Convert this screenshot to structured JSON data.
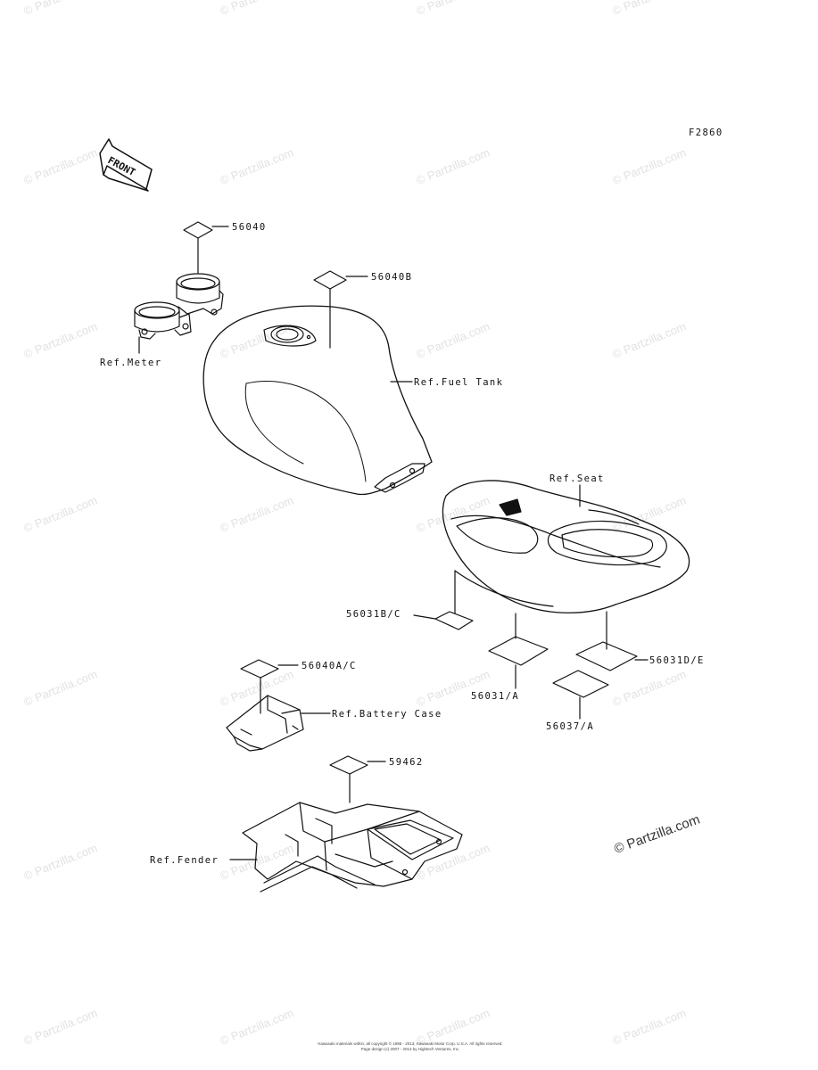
{
  "figure_code": "F2860",
  "front_label": "FRONT",
  "watermark_text": "© Partzilla.com",
  "brand_mark": "© Partzilla.com",
  "copyright_line1": "Kawasaki materials within, all copyright © 1996 - 2013, Kawasaki Motor Corp. U.S.A. All rights reserved.",
  "copyright_line2": "Page design (c) 2007 - 2013 by Hightech Ventures, Inc.",
  "parts": [
    {
      "id": "56040",
      "label": "56040"
    },
    {
      "id": "56040B",
      "label": "56040B"
    },
    {
      "id": "56031BC",
      "label": "56031B/C"
    },
    {
      "id": "56031DE",
      "label": "56031D/E"
    },
    {
      "id": "56040AC",
      "label": "56040A/C"
    },
    {
      "id": "56031A",
      "label": "56031/A"
    },
    {
      "id": "56037A",
      "label": "56037/A"
    },
    {
      "id": "59462",
      "label": "59462"
    }
  ],
  "references": [
    {
      "id": "meter",
      "label": "Ref.Meter"
    },
    {
      "id": "fuel_tank",
      "label": "Ref.Fuel Tank"
    },
    {
      "id": "seat",
      "label": "Ref.Seat"
    },
    {
      "id": "battery_case",
      "label": "Ref.Battery Case"
    },
    {
      "id": "fender",
      "label": "Ref.Fender"
    }
  ]
}
